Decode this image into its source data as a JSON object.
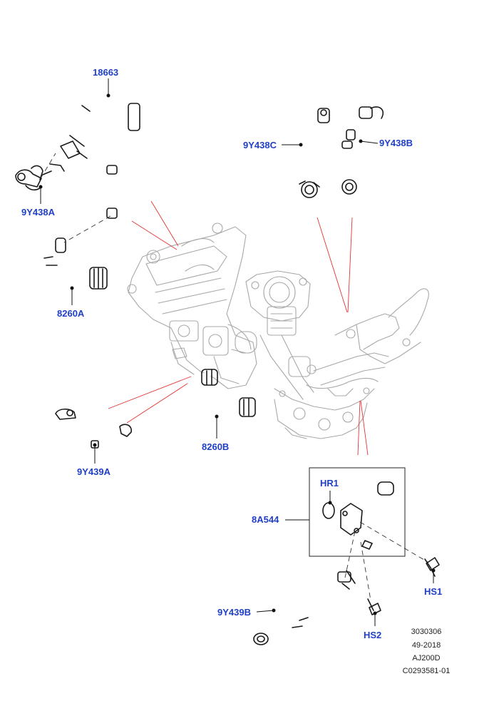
{
  "callouts": {
    "c18663": "18663",
    "c9Y438A": "9Y438A",
    "c9Y438C": "9Y438C",
    "c9Y438B": "9Y438B",
    "c8260A": "8260A",
    "c8260B": "8260B",
    "c9Y439A": "9Y439A",
    "cHR1": "HR1",
    "c8A544": "8A544",
    "cHS1": "HS1",
    "c9Y439B": "9Y439B",
    "cHS2": "HS2"
  },
  "reference": {
    "line1": "3030306",
    "line2": "49-2018",
    "line3": "AJ200D",
    "line4": "C0293581-01"
  },
  "colors": {
    "callout": "#1f3fc6",
    "leader_red": "#e33434",
    "line": "#1a1a1a",
    "engine": "#a8a8a8"
  }
}
